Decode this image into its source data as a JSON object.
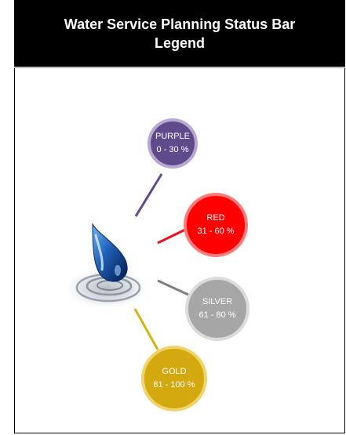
{
  "header": {
    "title": "Water Service Planning Status Bar Legend"
  },
  "drop_icon": "water-drop-icon",
  "legend": [
    {
      "name": "PURPLE",
      "range": "0 - 30 %",
      "fill": "#5f4b8b",
      "border": "#b7a9d3",
      "line": "#5f4b8b"
    },
    {
      "name": "RED",
      "range": "31 - 60 %",
      "fill": "#ff0000",
      "border": "#ff7a7a",
      "line": "#e8121a"
    },
    {
      "name": "SILVER",
      "range": "61 - 80 %",
      "fill": "#a6a6a6",
      "border": "#dcdcdc",
      "line": "#7f7f7f"
    },
    {
      "name": "GOLD",
      "range": "81 - 100 %",
      "fill": "#d4a910",
      "border": "#f0d36a",
      "line": "#d4b412"
    }
  ]
}
